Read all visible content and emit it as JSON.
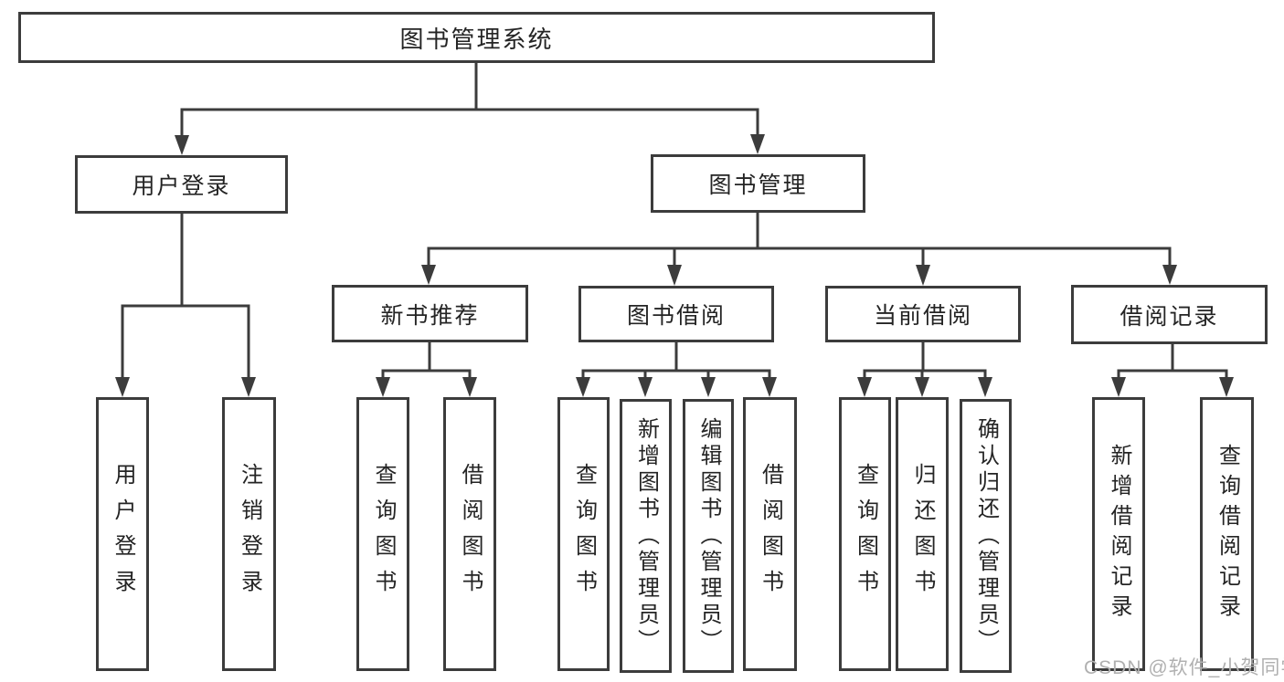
{
  "diagram": {
    "type": "tree",
    "nodes": {
      "root": "图书管理系统",
      "level2": [
        {
          "label": "用户登录"
        },
        {
          "label": "图书管理"
        }
      ],
      "level3": [
        {
          "label": "新书推荐",
          "parent": "图书管理"
        },
        {
          "label": "图书借阅",
          "parent": "图书管理"
        },
        {
          "label": "当前借阅",
          "parent": "图书管理"
        },
        {
          "label": "借阅记录",
          "parent": "图书管理"
        }
      ],
      "leaves": [
        {
          "label": "用户登录",
          "parent": "用户登录"
        },
        {
          "label": "注销登录",
          "parent": "用户登录"
        },
        {
          "label": "查询图书",
          "parent": "新书推荐"
        },
        {
          "label": "借阅图书",
          "parent": "新书推荐"
        },
        {
          "label": "查询图书",
          "parent": "图书借阅"
        },
        {
          "label": "新增图书（管理员）",
          "parent": "图书借阅"
        },
        {
          "label": "编辑图书（管理员）",
          "parent": "图书借阅"
        },
        {
          "label": "借阅图书",
          "parent": "图书借阅"
        },
        {
          "label": "查询图书",
          "parent": "当前借阅"
        },
        {
          "label": "归还图书",
          "parent": "当前借阅"
        },
        {
          "label": "确认归还（管理员）",
          "parent": "当前借阅"
        },
        {
          "label": "新增借阅记录",
          "parent": "借阅记录"
        },
        {
          "label": "查询借阅记录",
          "parent": "借阅记录"
        }
      ]
    },
    "colors": {
      "border": "#3c3c3c",
      "line": "#3c3c3c",
      "text": "#242424",
      "watermark": "#b0b0b0",
      "background": "#ffffff"
    }
  },
  "watermark": "CSDN @软件_小贺同学"
}
